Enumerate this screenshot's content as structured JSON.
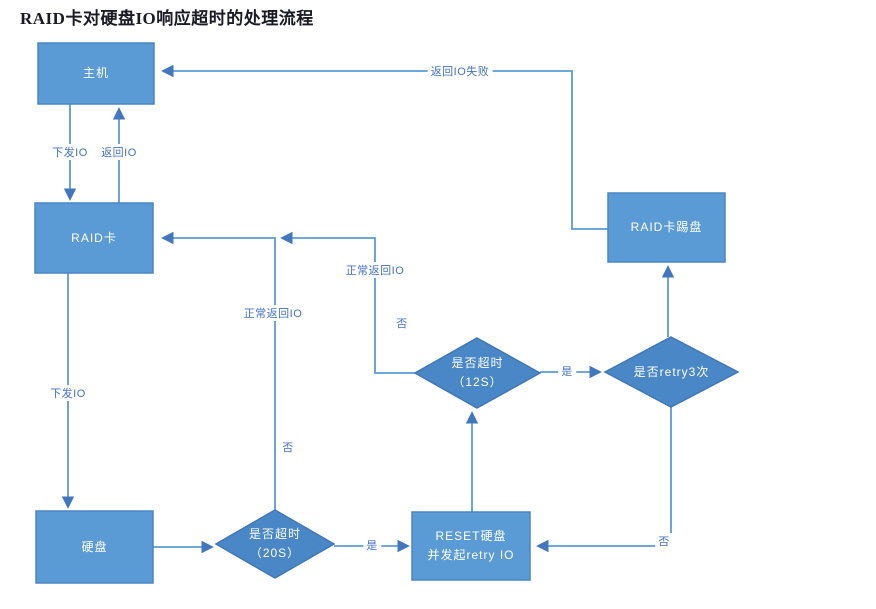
{
  "title": "RAID卡对硬盘IO响应超时的处理流程",
  "colors": {
    "box_fill": "#5B9BD5",
    "box_border": "#4A86C4",
    "diamond_fill": "#4A87C6",
    "diamond_border": "#3F78B5",
    "line": "#5B9BD5",
    "arrowhead": "#4277BD",
    "edge_label_text": "#4472C4",
    "node_text": "#FFFFFF",
    "title_text": "#1A1A24",
    "background": "#FFFFFF"
  },
  "nodes": {
    "host": {
      "label": "主机"
    },
    "raid_card": {
      "label": "RAID卡"
    },
    "disk": {
      "label": "硬盘"
    },
    "raid_kick": {
      "label": "RAID卡踢盘"
    },
    "reset_disk": {
      "line1": "RESET硬盘",
      "line2": "并发起retry IO"
    },
    "timeout_20s": {
      "line1": "是否超时",
      "line2": "（20S）"
    },
    "timeout_12s": {
      "line1": "是否超时",
      "line2": "（12S）"
    },
    "retry_3times": {
      "label": "是否retry3次"
    }
  },
  "edge_labels": {
    "send_io_1": "下发IO",
    "return_io": "返回IO",
    "send_io_2": "下发IO",
    "return_io_fail": "返回IO失败",
    "normal_return_io_1": "正常返回IO",
    "normal_return_io_2": "正常返回IO",
    "no_1": "否",
    "no_2": "否",
    "no_3": "否",
    "yes_1": "是",
    "yes_2": "是"
  }
}
